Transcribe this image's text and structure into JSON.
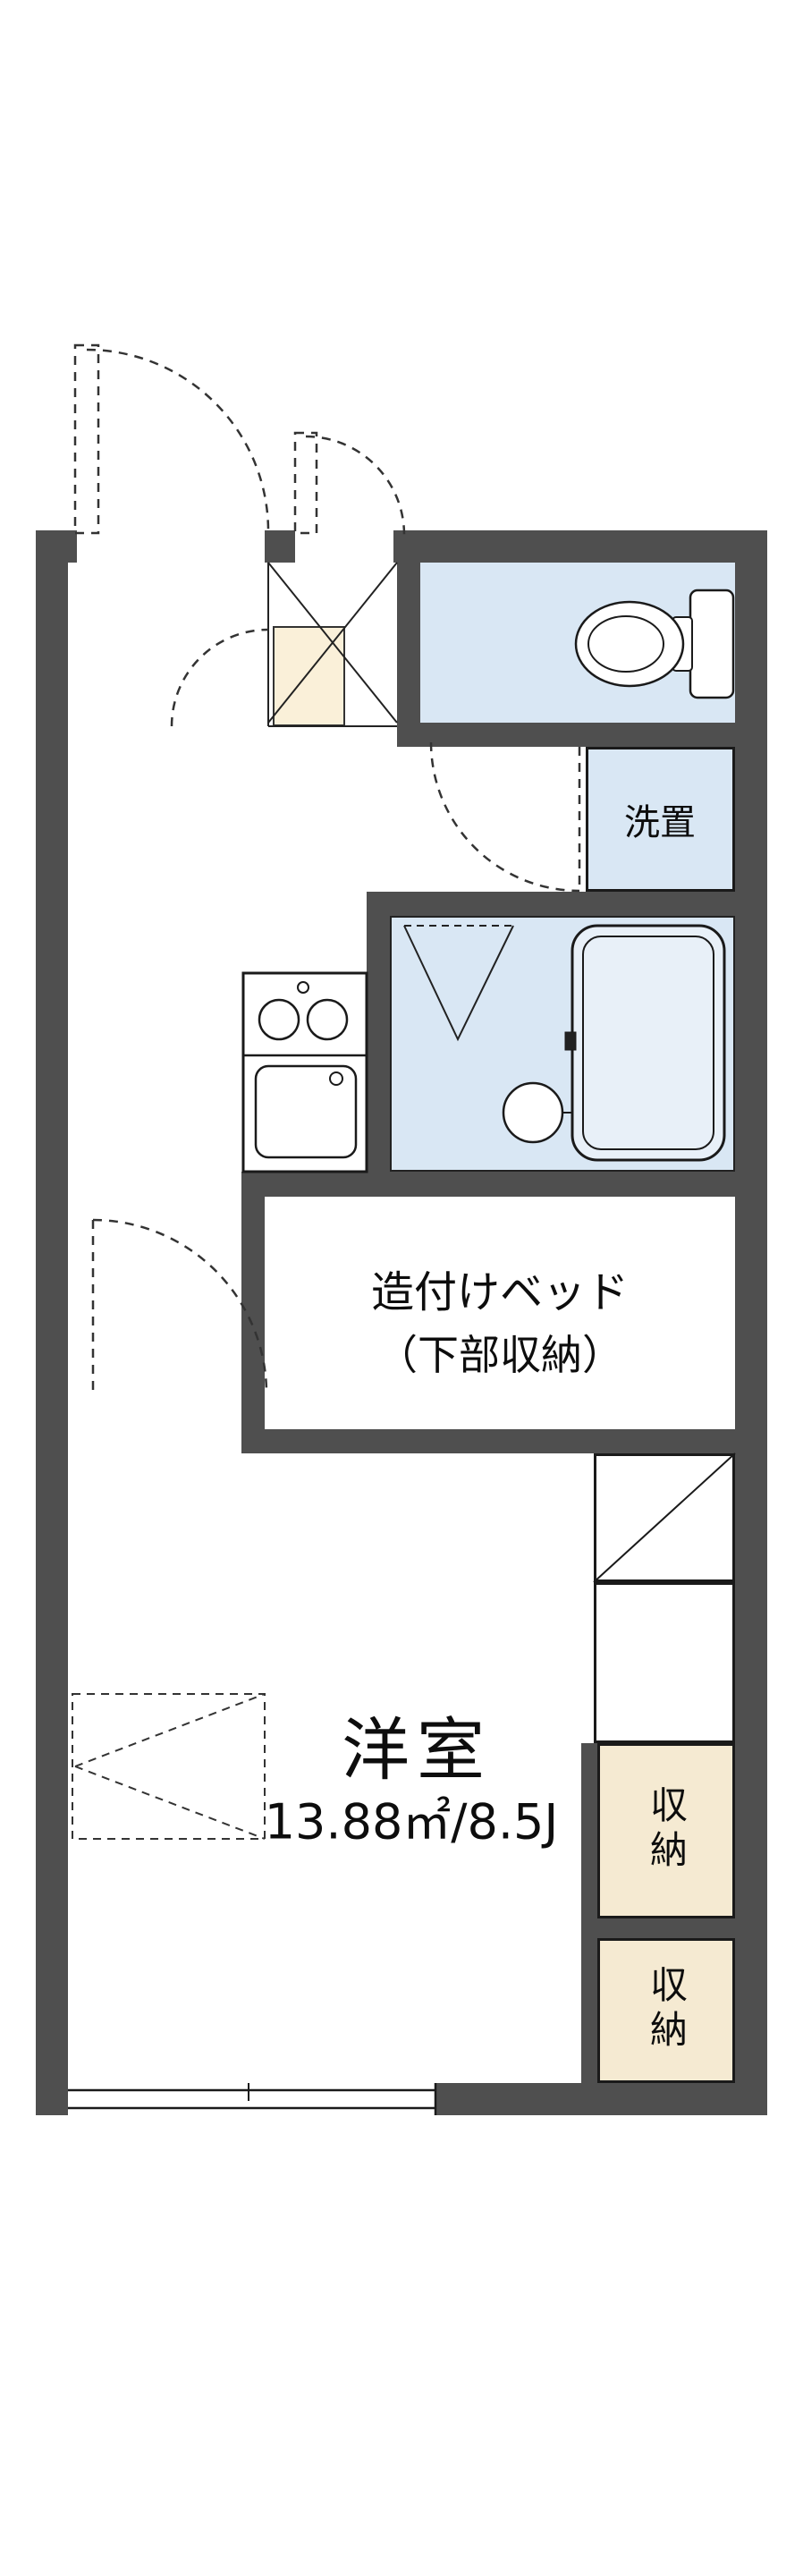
{
  "floorplan": {
    "rooms": {
      "washer": {
        "label": "洗置"
      },
      "bed": {
        "line1": "造付けベッド",
        "line2": "（下部収納）"
      },
      "main": {
        "name": "洋室",
        "size": "13.88㎡/8.5J"
      },
      "storage_upper": {
        "label": "収納"
      },
      "storage_lower": {
        "label": "収納"
      }
    },
    "colors": {
      "wall": "#4f4f4f",
      "water_area": "#d9e7f4",
      "genkan_step": "#faf0d9",
      "storage": "#f5ead2",
      "line": "#1a1a1a"
    },
    "fixtures": [
      "toilet",
      "bathtub",
      "wash-stool",
      "gas-stove",
      "kitchen-sink",
      "refrigerator-space",
      "entrance-door-swing",
      "bath-area-door-swing",
      "room-door-swing",
      "window"
    ]
  }
}
